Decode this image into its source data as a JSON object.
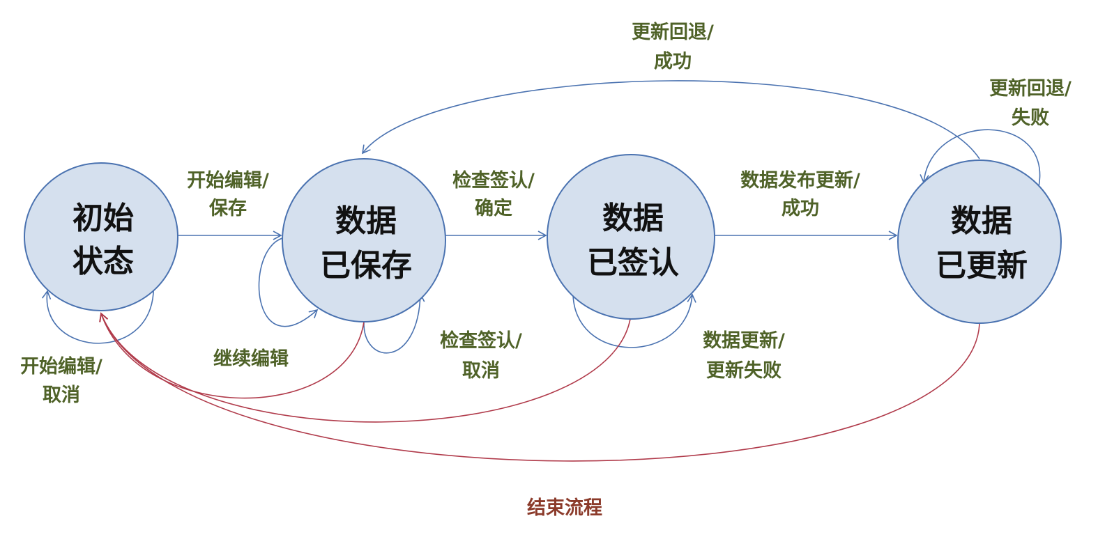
{
  "states": [
    {
      "id": "initial",
      "line1": "初始",
      "line2": "状态"
    },
    {
      "id": "saved",
      "line1": "数据",
      "line2": "已保存"
    },
    {
      "id": "signed",
      "line1": "数据",
      "line2": "已签认"
    },
    {
      "id": "updated",
      "line1": "数据",
      "line2": "已更新"
    }
  ],
  "transitions": {
    "start_edit_save": {
      "line1": "开始编辑/",
      "line2": "保存"
    },
    "start_edit_cancel": {
      "line1": "开始编辑/",
      "line2": "取消"
    },
    "continue_edit": {
      "line1": "继续编辑"
    },
    "check_sign_confirm": {
      "line1": "检查签认/",
      "line2": "确定"
    },
    "check_sign_cancel": {
      "line1": "检查签认/",
      "line2": "取消"
    },
    "publish_update_success": {
      "line1": "数据发布更新/",
      "line2": "成功"
    },
    "data_update_fail": {
      "line1": "数据更新/",
      "line2": "更新失败"
    },
    "rollback_success": {
      "line1": "更新回退/",
      "line2": "成功"
    },
    "rollback_fail": {
      "line1": "更新回退/",
      "line2": "失败"
    },
    "end_process": {
      "line1": "结束流程"
    }
  },
  "colors": {
    "node_fill": "#d5e0ee",
    "node_stroke": "#4a72b0",
    "edge": "#4a72b0",
    "end_edge": "#b03a4a",
    "label": "#4f6228",
    "end_label": "#8b3a2a"
  }
}
